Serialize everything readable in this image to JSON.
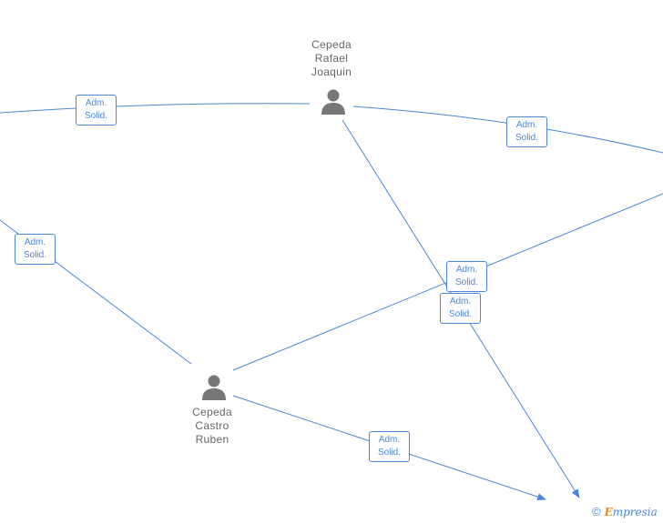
{
  "people": [
    {
      "id": "rafael",
      "name_lines": [
        "Cepeda",
        "Rafael",
        "Joaquin"
      ]
    },
    {
      "id": "ruben",
      "name_lines": [
        "Cepeda",
        "Castro",
        "Ruben"
      ]
    }
  ],
  "edge_labels": [
    [
      "Adm.",
      "Solid."
    ],
    [
      "Adm.",
      "Solid."
    ],
    [
      "Adm.",
      "Solid."
    ],
    [
      "Adm.",
      "Solid."
    ],
    [
      "Adm.",
      "Solid."
    ],
    [
      "Adm.",
      "Solid."
    ]
  ],
  "colors": {
    "line": "#4a86d9",
    "person_icon": "#777777",
    "label_text": "#666666",
    "brand_e": "#f08a1d"
  },
  "icons": {
    "person": "person-icon",
    "copyright": "copyright-icon"
  },
  "brand": {
    "copyright": "©",
    "logo_initial": "E",
    "logo_rest": "mpresia"
  }
}
